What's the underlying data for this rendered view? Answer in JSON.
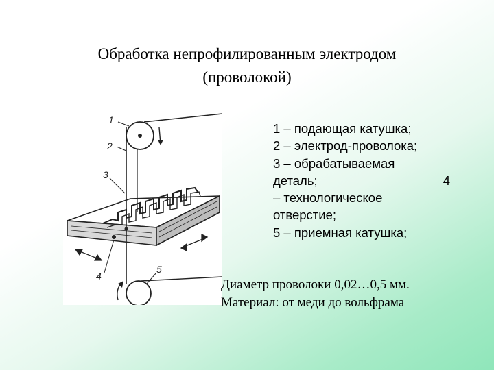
{
  "slide": {
    "title_line1": "Обработка непрофилированным электродом",
    "title_line2": "(проволокой)"
  },
  "figure": {
    "callouts": [
      "1",
      "2",
      "3",
      "4",
      "5"
    ]
  },
  "legend": {
    "item1": "1 – подающая катушка;",
    "item2": "2 – электрод-проволока;",
    "item3a": "3 – обрабатываемая",
    "item3b": "деталь;",
    "item4_num": "4",
    "item4b": "– технологическое",
    "item4c": "отверстие;",
    "item5": "5 – приемная катушка;"
  },
  "notes": {
    "diameter": "Диаметр проволоки 0,02…0,5 мм.",
    "material": "Материал: от меди до вольфрама"
  }
}
